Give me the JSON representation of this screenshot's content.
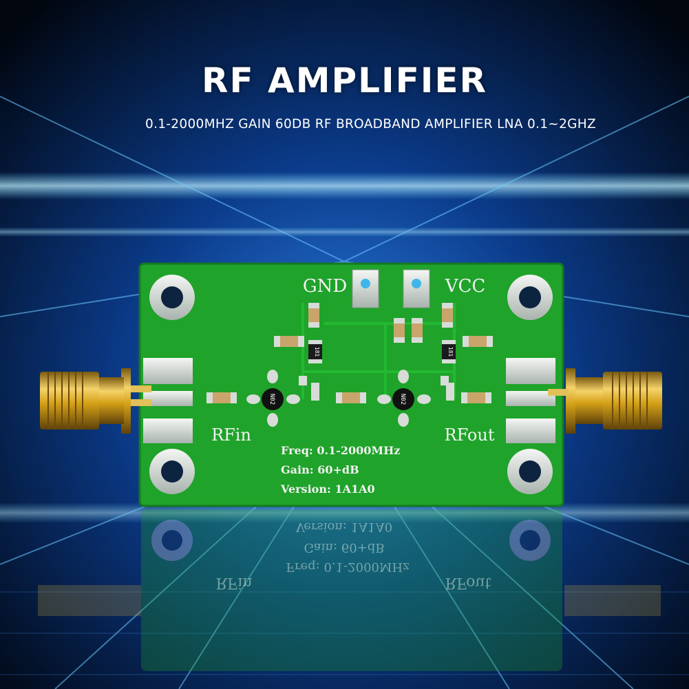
{
  "header": {
    "title": "RF AMPLIFIER",
    "subtitle": "0.1-2000MHZ GAIN 60DB RF BROADBAND AMPLIFIER LNA 0.1~2GHZ"
  },
  "board": {
    "gnd_label": "GND",
    "vcc_label": "VCC",
    "rfin_label": "RFin",
    "rfout_label": "RFout",
    "freq_line": "Freq: 0.1-2000MHz",
    "gain_line": "Gain: 60+dB",
    "version_line": "Version: 1A1A0",
    "resistor_code": "181",
    "chip_code": "N02"
  },
  "colors": {
    "pcb_green": "#1fa32a",
    "background_blue": "#0a3d8f",
    "connector_gold": "#d4a017"
  }
}
